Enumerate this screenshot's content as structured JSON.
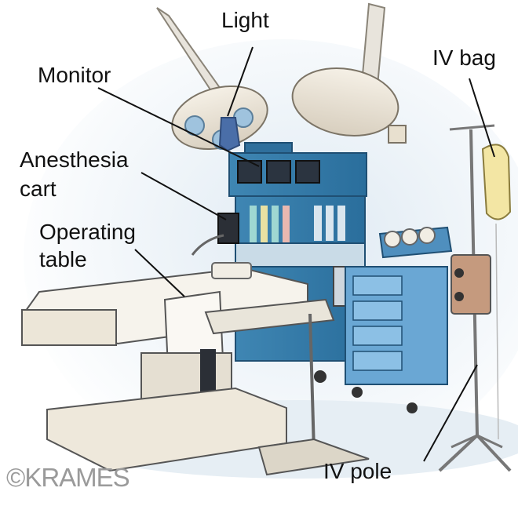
{
  "labels": {
    "light": "Light",
    "monitor": "Monitor",
    "iv_bag": "IV bag",
    "anesthesia_cart_line1": "Anesthesia",
    "anesthesia_cart_line2": "cart",
    "operating_table_line1": "Operating",
    "operating_table_line2": "table",
    "iv_pole": "IV pole"
  },
  "copyright": "©KRAMES"
}
